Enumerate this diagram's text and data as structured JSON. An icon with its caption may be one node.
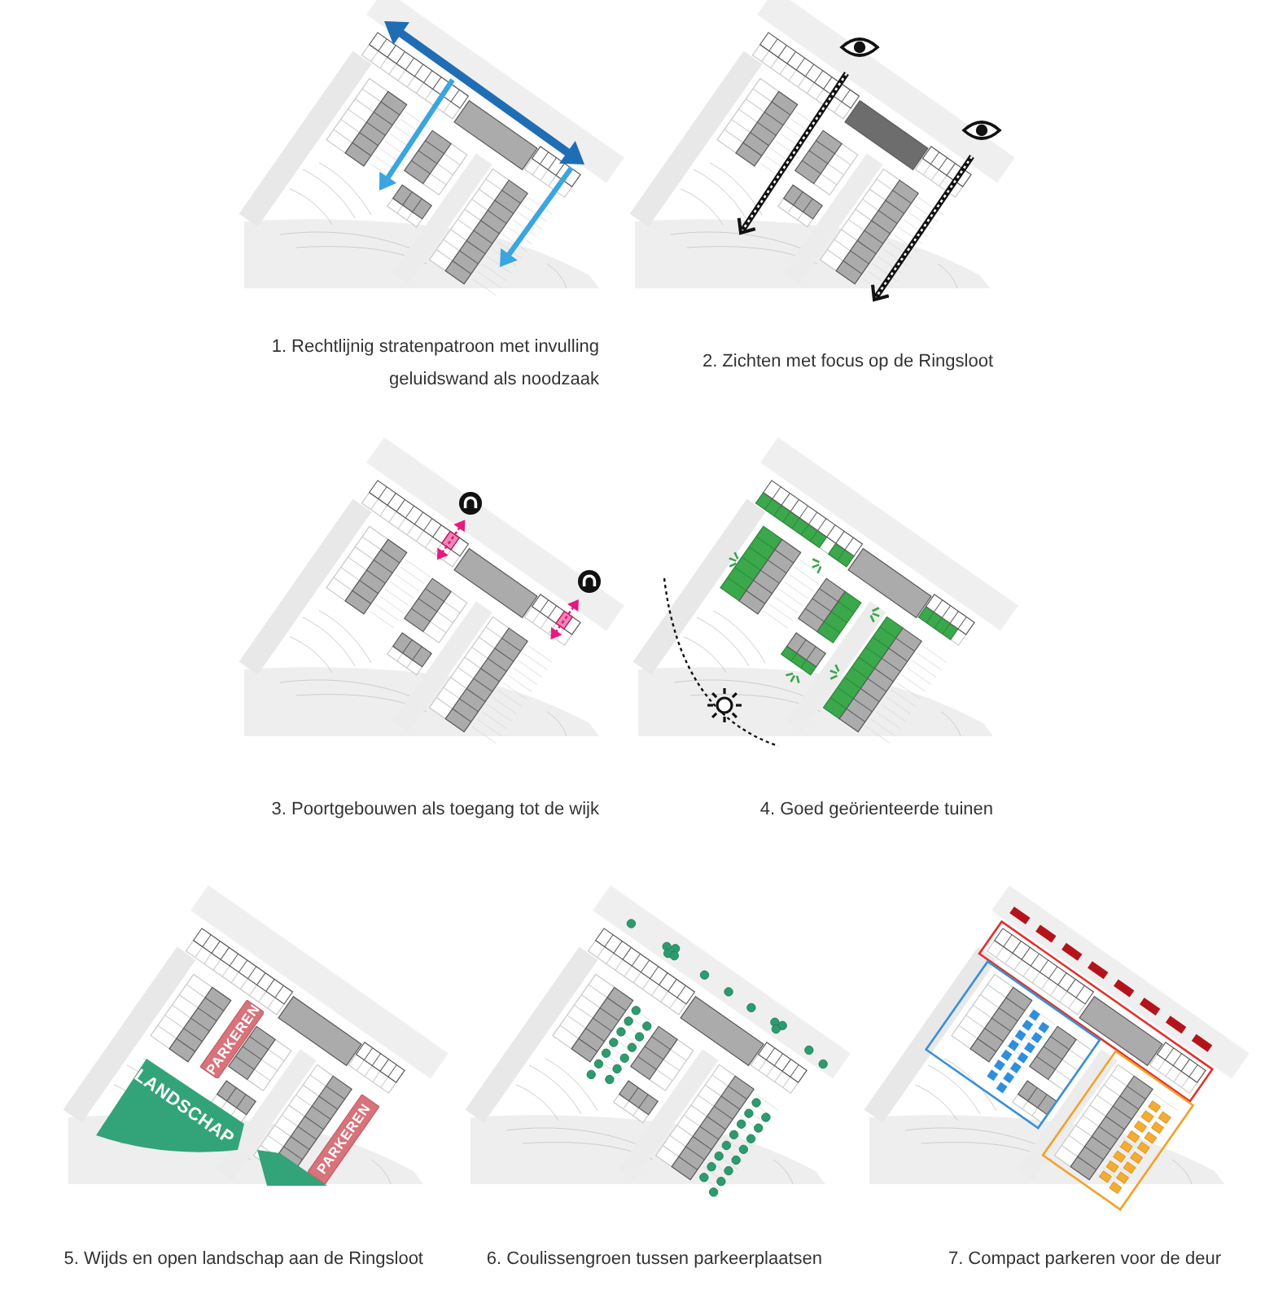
{
  "diagram": {
    "nodes": [
      {
        "text": [
          "PARKEREN"
        ]
      },
      {
        "text": [
          "LANDSCHAP"
        ]
      },
      {
        "text": [
          "PARKEREN"
        ]
      }
    ],
    "labels": [
      "1. Rechtlijnig stratenpatroon met invulling geluidswand als noodzaak",
      "2. Zichten met focus op de Ringsloot",
      "3. Poortgebouwen als toegang tot de wijk",
      "4. Goed geörienteerde tuinen",
      "5. Wijds en open landschap aan de Ringsloot",
      "6. Coulissengroen tussen parkeerplaatsen",
      "7. Compact parkeren voor de deur"
    ]
  }
}
